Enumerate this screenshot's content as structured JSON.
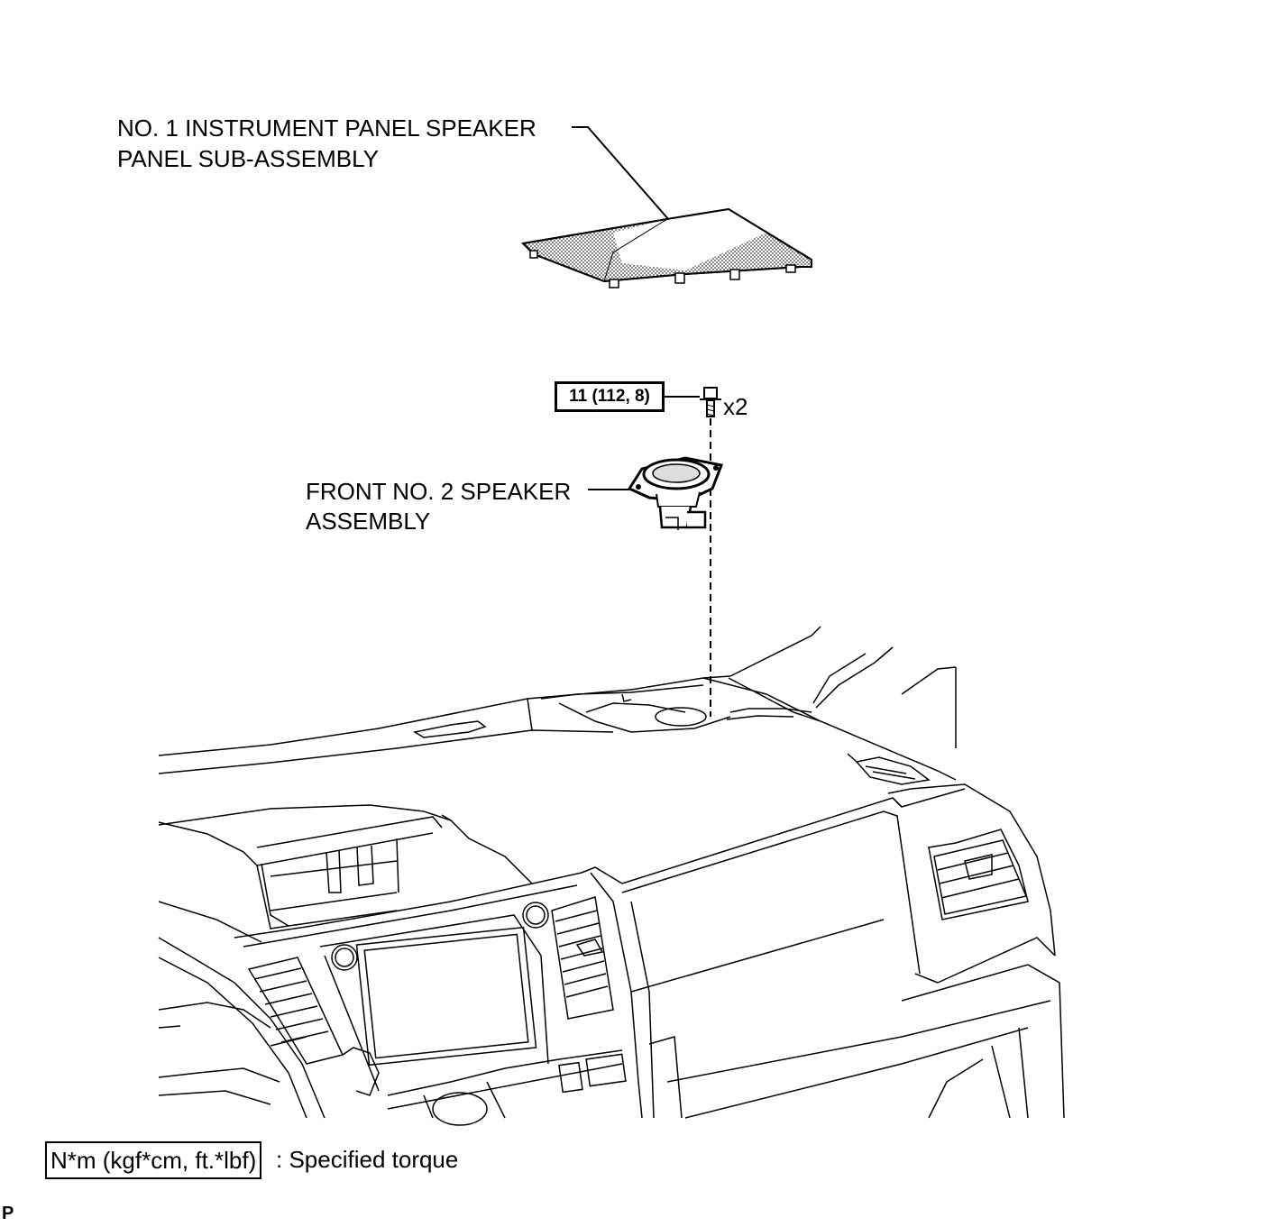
{
  "parts": {
    "panel_label_line1": "NO. 1 INSTRUMENT PANEL SPEAKER",
    "panel_label_line2": "PANEL SUB-ASSEMBLY",
    "speaker_label_line1": "FRONT NO. 2 SPEAKER",
    "speaker_label_line2": "ASSEMBLY"
  },
  "fastener": {
    "torque": "11 (112, 8)",
    "quantity": "x2"
  },
  "legend": {
    "unit_box": "N*m (kgf*cm, ft.*lbf)",
    "description": ": Specified torque"
  },
  "corner_mark": "P"
}
